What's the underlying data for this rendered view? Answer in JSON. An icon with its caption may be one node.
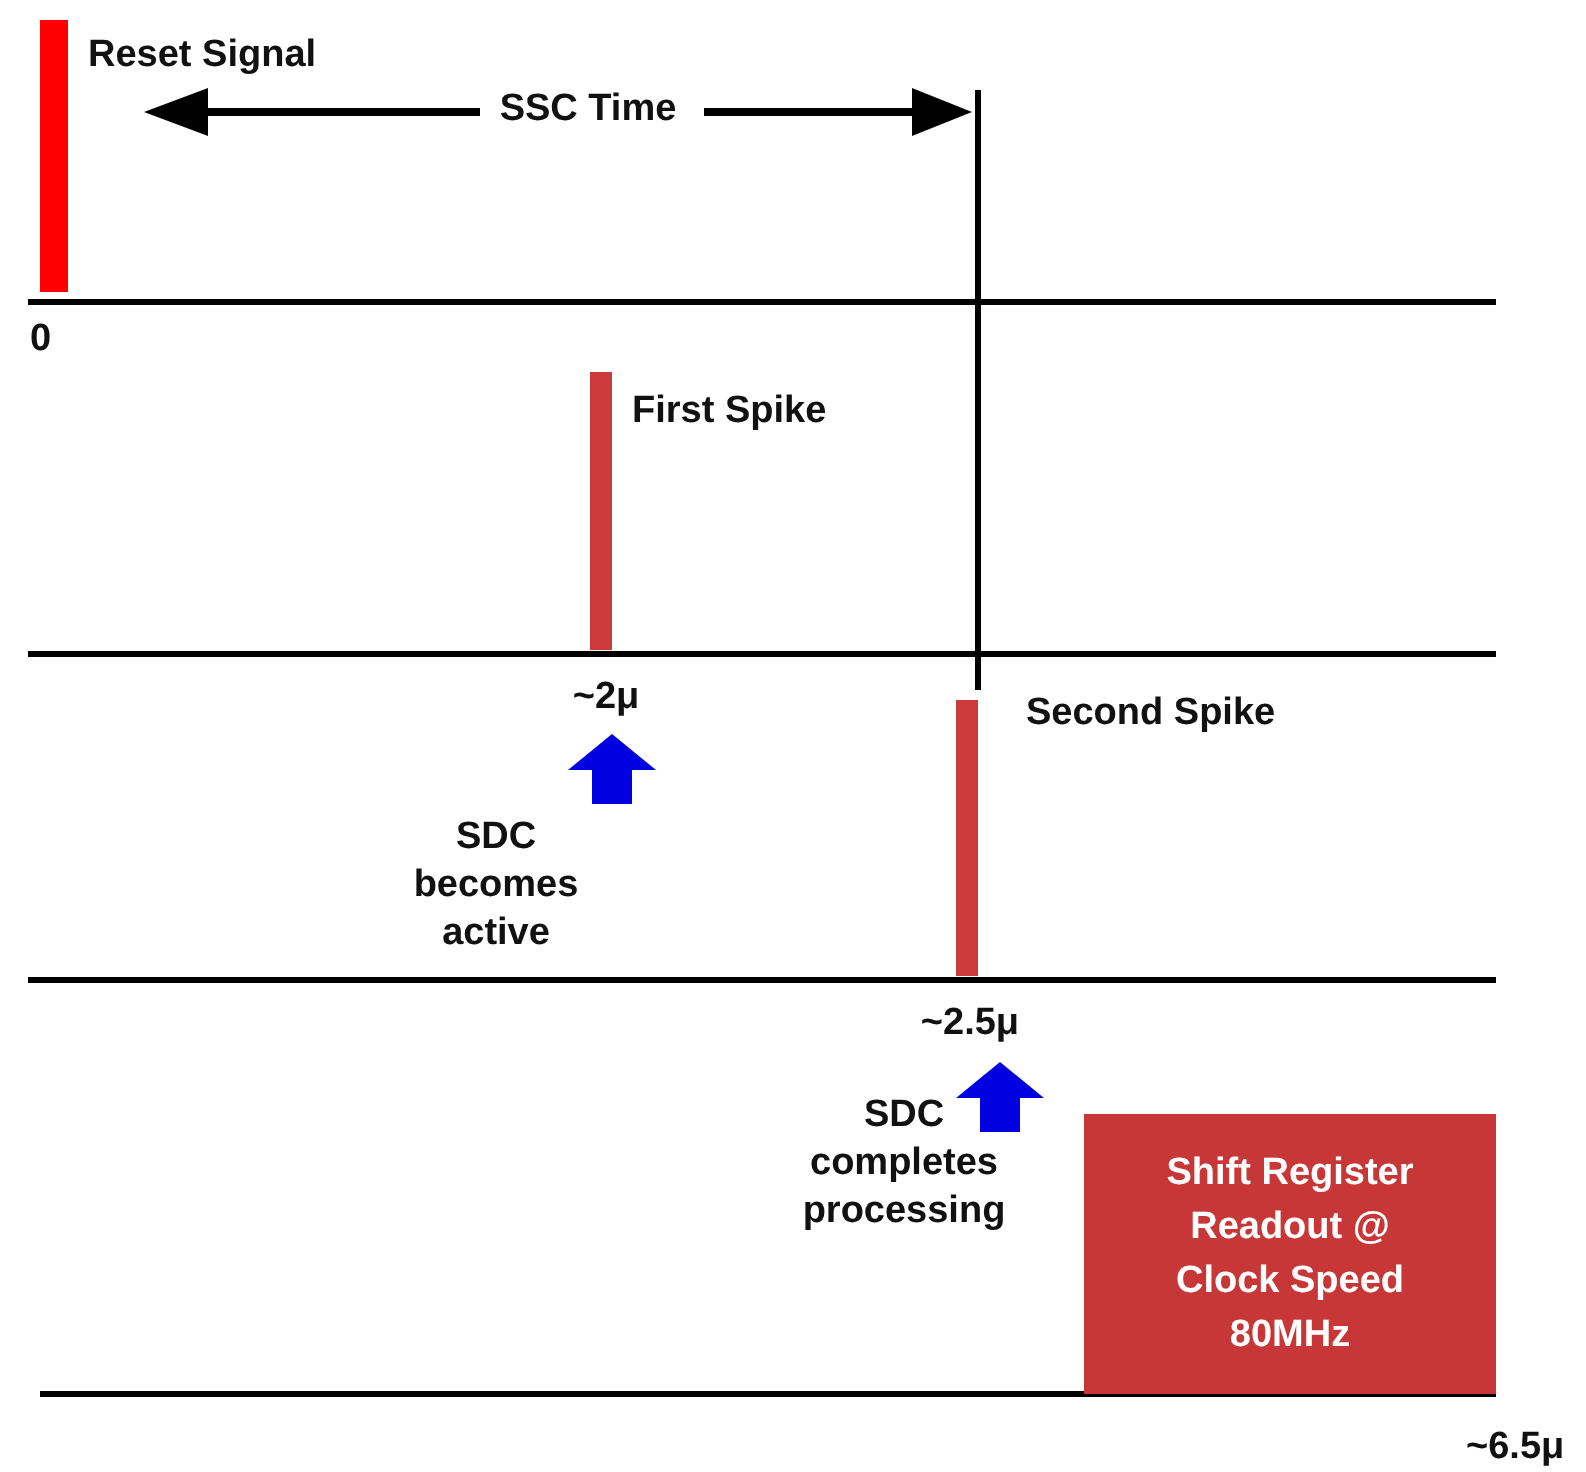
{
  "diagram": {
    "nodes": [
      {
        "text": [
          "Shift Register Readout @ Clock Speed 80MHz"
        ]
      }
    ],
    "edges": [],
    "labels": [
      "Reset Signal",
      "SSC Time",
      "0",
      "First Spike",
      "~2μ",
      "Second Spike",
      "SDC becomes active",
      "~2.5μ",
      "SDC completes processing",
      "~6.5μ"
    ]
  }
}
